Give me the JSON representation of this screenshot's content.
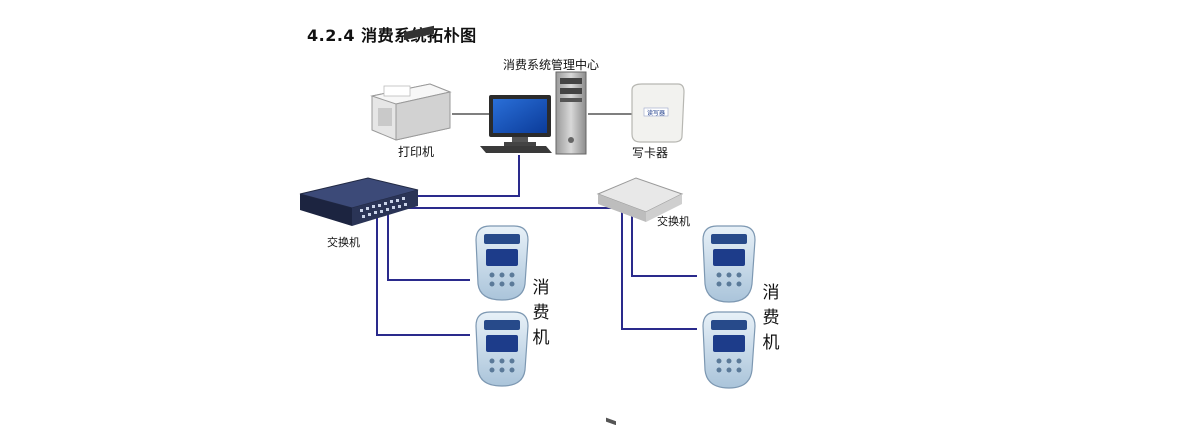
{
  "title": "4.2.4 消费系统拓朴图",
  "labels": {
    "center": "消费系统管理中心",
    "printer": "打印机",
    "card_writer": "写卡器",
    "card_writer_device_text": "读写器",
    "switch_main": "交换机",
    "switch_sub": "交换机",
    "pos_left": "消费机",
    "pos_right": "消费机"
  },
  "colors": {
    "network_line": "#2a2a8c",
    "device_line": "#555555",
    "pos_body": "#cfe0ee",
    "pos_screen": "#1d3c8a"
  },
  "icons": [
    "printer-icon",
    "computer-icon",
    "card-writer-icon",
    "switch-icon",
    "pos-terminal-icon"
  ]
}
